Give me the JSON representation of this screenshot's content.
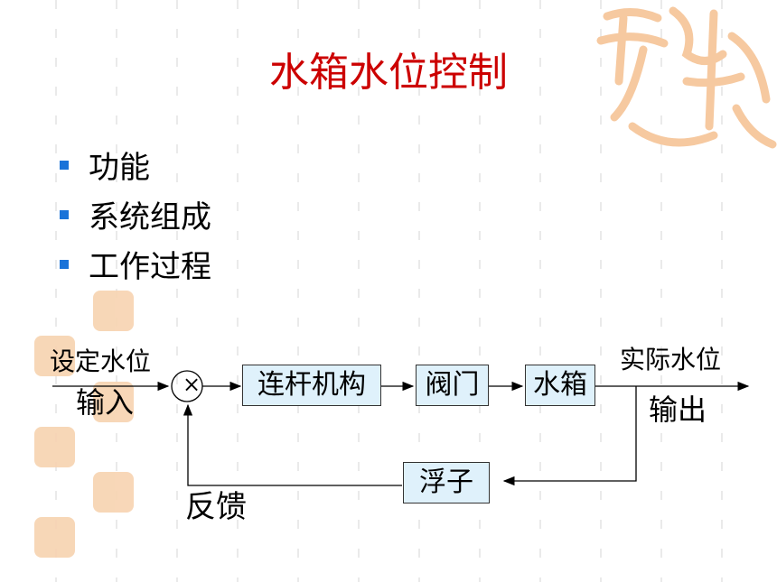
{
  "slide": {
    "title": "水箱水位控制",
    "bullets": [
      "功能",
      "系统组成",
      "工作过程"
    ],
    "colors": {
      "title": "#cc0000",
      "bullet": "#1a73d9",
      "box_fill": "#dff1fb",
      "seal": "#f6c9a0"
    }
  },
  "diagram": {
    "input_label_top": "设定水位",
    "input_label_bottom": "输入",
    "summing_junction_symbol": "×",
    "blocks": {
      "linkage": "连杆机构",
      "valve": "阀门",
      "tank": "水箱",
      "float": "浮子"
    },
    "output_label_top": "实际水位",
    "output_label_bottom": "输出",
    "feedback_label": "反馈"
  }
}
